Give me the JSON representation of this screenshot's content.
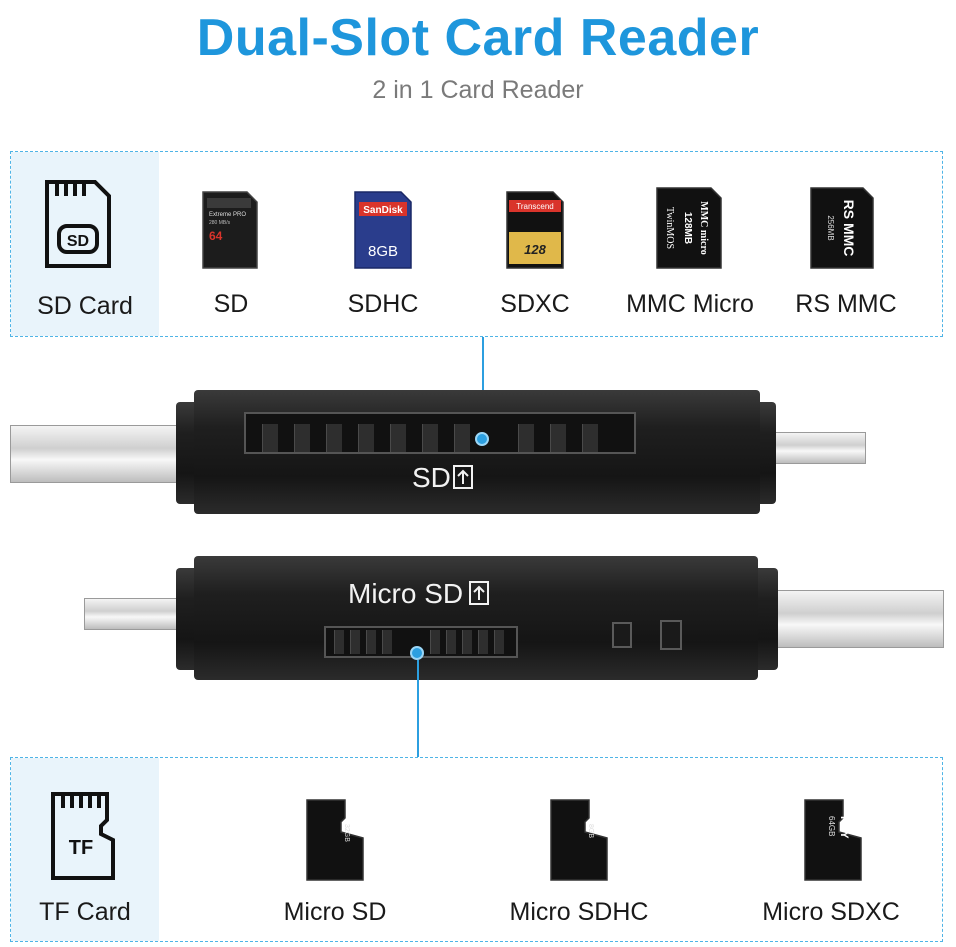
{
  "header": {
    "title": "Dual-Slot Card Reader",
    "subtitle": "2 in 1 Card Reader"
  },
  "sd_panel": {
    "label": "SD Card",
    "icon_text": "SD",
    "cards": [
      {
        "label": "SD",
        "text_top": "Extreme PRO",
        "text_mid": "280 MB/s",
        "capacity": "64"
      },
      {
        "label": "SDHC",
        "brand": "SanDisk",
        "capacity": "8GB"
      },
      {
        "label": "SDXC",
        "brand": "Transcend",
        "capacity": "128"
      },
      {
        "label": "MMC Micro",
        "text_top": "MMC micro",
        "capacity": "128MB",
        "brand": "TwinMOS"
      },
      {
        "label": "RS MMC",
        "text_top": "RS MMC",
        "capacity": "256MB"
      }
    ]
  },
  "reader": {
    "sd_slot_label": "SD",
    "micro_slot_label": "Micro SD"
  },
  "tf_panel": {
    "label": "TF Card",
    "icon_text": "TF",
    "cards": [
      {
        "label": "Micro SD",
        "capacity": "32GB"
      },
      {
        "label": "Micro SDHC",
        "capacity": "8GB"
      },
      {
        "label": "Micro SDXC",
        "brand": "PNY",
        "capacity": "64GB"
      }
    ]
  },
  "colors": {
    "accent": "#1e96dc",
    "panel_border": "#4fb4e6",
    "panel_head_bg": "#e9f4fb"
  }
}
